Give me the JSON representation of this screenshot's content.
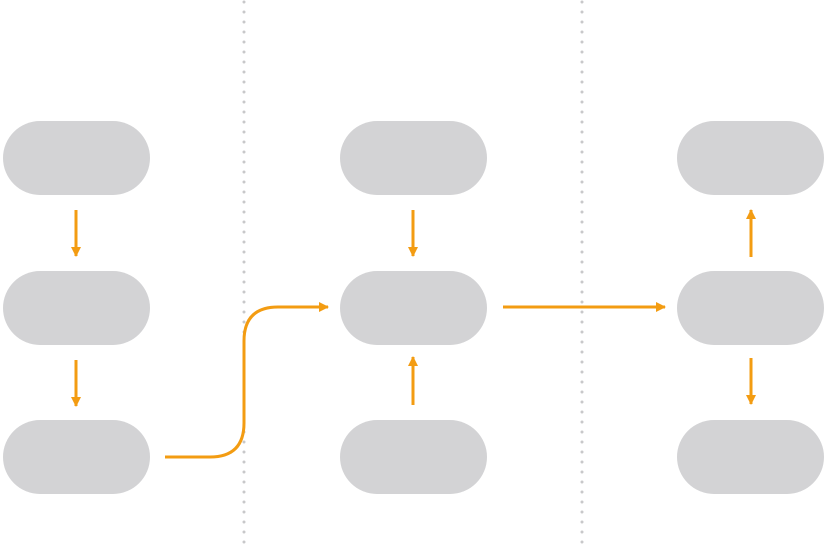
{
  "diagram": {
    "colors": {
      "background": "#ffffff",
      "node_fill": "#d3d3d5",
      "arrow": "#f39c12",
      "divider": "#c8c8ca"
    },
    "columns": [
      {
        "id": "col-1",
        "nodes": [
          {
            "id": "c1-top",
            "label": ""
          },
          {
            "id": "c1-mid",
            "label": ""
          },
          {
            "id": "c1-bottom",
            "label": ""
          }
        ]
      },
      {
        "id": "col-2",
        "nodes": [
          {
            "id": "c2-top",
            "label": ""
          },
          {
            "id": "c2-mid",
            "label": ""
          },
          {
            "id": "c2-bottom",
            "label": ""
          }
        ]
      },
      {
        "id": "col-3",
        "nodes": [
          {
            "id": "c3-top",
            "label": ""
          },
          {
            "id": "c3-mid",
            "label": ""
          },
          {
            "id": "c3-bottom",
            "label": ""
          }
        ]
      }
    ],
    "edges": [
      {
        "from": "c1-top",
        "to": "c1-mid"
      },
      {
        "from": "c1-mid",
        "to": "c1-bottom"
      },
      {
        "from": "c1-bottom",
        "to": "c2-mid",
        "curved": true
      },
      {
        "from": "c2-top",
        "to": "c2-mid"
      },
      {
        "from": "c2-bottom",
        "to": "c2-mid"
      },
      {
        "from": "c2-mid",
        "to": "c3-mid"
      },
      {
        "from": "c3-mid",
        "to": "c3-top"
      },
      {
        "from": "c3-mid",
        "to": "c3-bottom"
      }
    ]
  }
}
